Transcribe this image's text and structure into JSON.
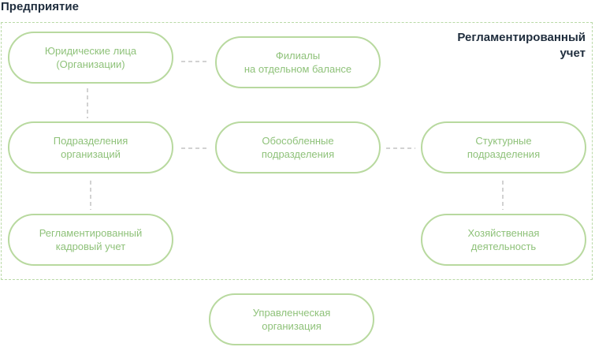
{
  "diagram": {
    "title": "Предприятие",
    "region_label": "Регламентированный\nучет",
    "nodes": {
      "legal": "Юридические лица\n(Организации)",
      "branches": "Филиалы\nна отдельном балансе",
      "divisions": "Подразделения\nорганизаций",
      "separate": "Обособленные\nподразделения",
      "structural": "Стуктурные\nподразделения",
      "hr": "Регламентированный\nкадровый учет",
      "economic": "Хозяйственная\nдеятельность",
      "management": "Управленческая\nорганизация"
    },
    "colors": {
      "node_border": "#b8d99f",
      "node_text": "#8fc27a",
      "connector": "#c4c4c4",
      "region_border": "#b9d9a6",
      "title_text": "#1f2d3d"
    }
  }
}
